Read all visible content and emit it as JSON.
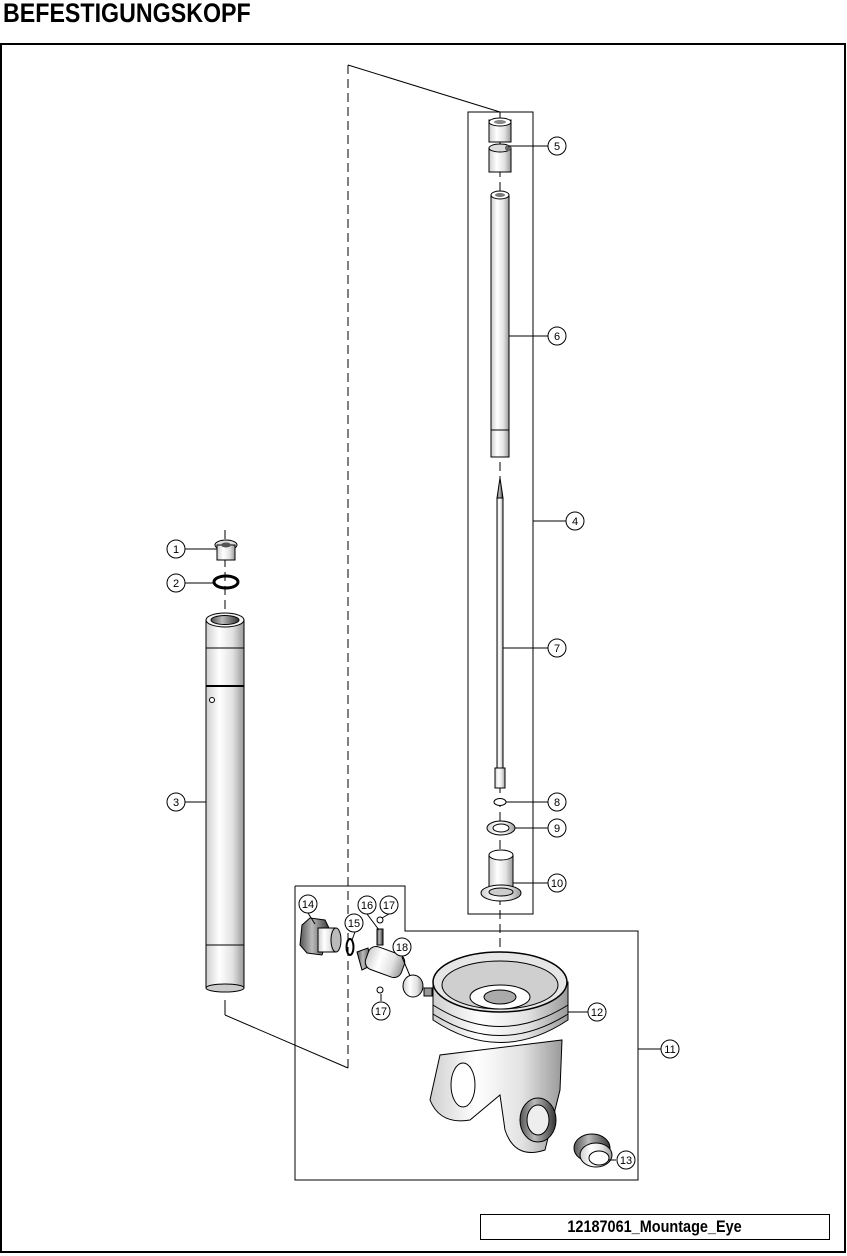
{
  "title": "BEFESTIGUNGSKOPF",
  "drawing_ref": "12187061_Mountage_Eye",
  "callouts": [
    "1",
    "2",
    "3",
    "4",
    "5",
    "6",
    "7",
    "8",
    "9",
    "10",
    "11",
    "12",
    "13",
    "14",
    "15",
    "16",
    "17",
    "17",
    "18"
  ]
}
